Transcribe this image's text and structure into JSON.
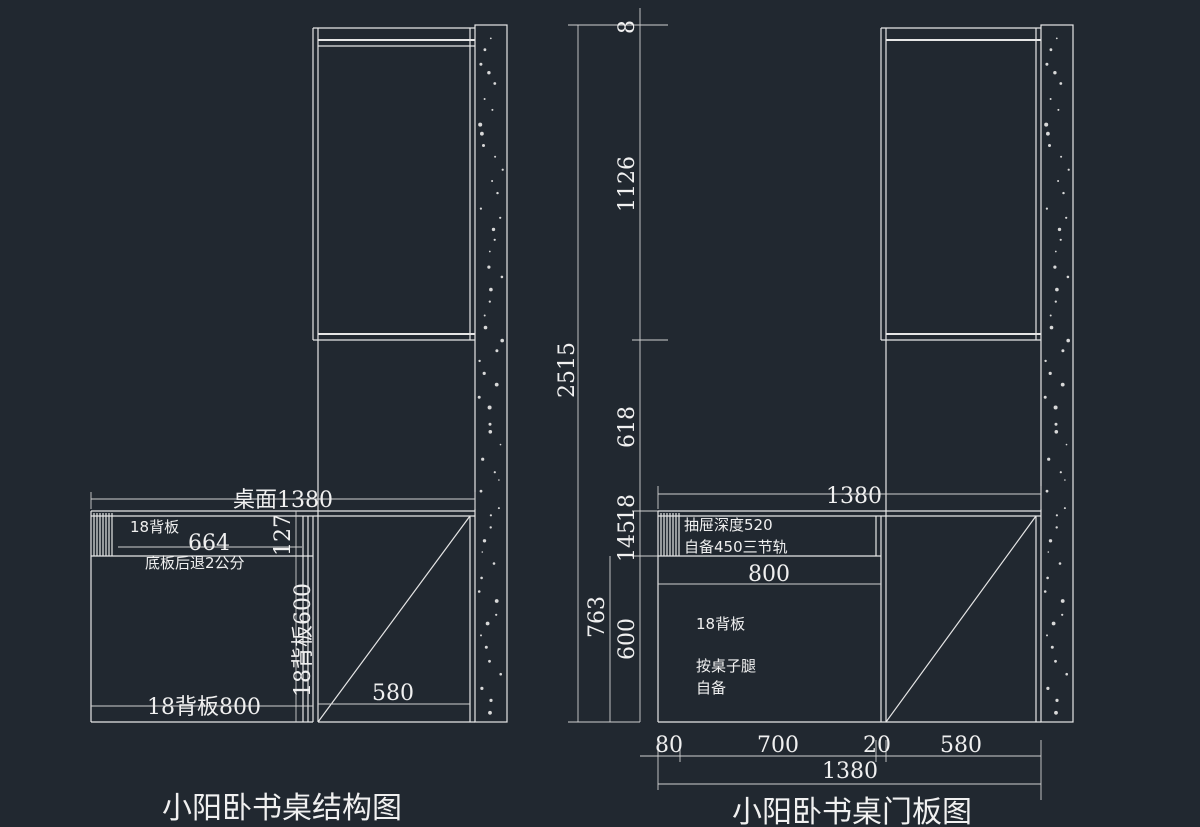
{
  "left_view": {
    "title": "小阳卧书桌结构图",
    "dims": {
      "desk_top": "桌面1380",
      "d664": "664",
      "d127": "127",
      "back600": "18背板600",
      "back800": "18背板800",
      "d580": "580"
    },
    "notes": {
      "back18": "18背板",
      "bottom_back": "底板后退2公分"
    }
  },
  "right_view": {
    "title": "小阳卧书桌门板图",
    "dims": {
      "d8": "8",
      "d1126": "1126",
      "d2515": "2515",
      "d618": "618",
      "d1380_top": "1380",
      "d145": "145",
      "d18": "18",
      "d763": "763",
      "d600": "600",
      "d800": "800",
      "d80": "80",
      "d700": "700",
      "d20": "20",
      "d580": "580",
      "d1380_bottom": "1380"
    },
    "notes": {
      "drawer_depth": "抽屉深度520",
      "rail": "自备450三节轨",
      "back18": "18背板",
      "legs_line1": "按桌子腿",
      "legs_line2": "自备"
    }
  }
}
